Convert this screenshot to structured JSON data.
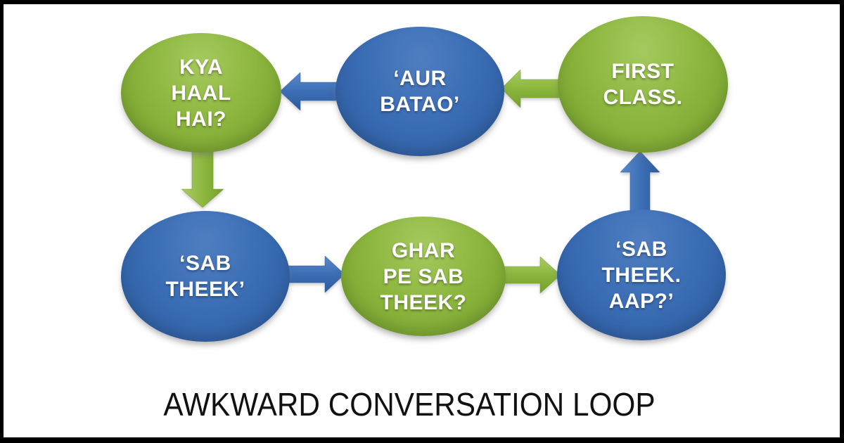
{
  "diagram": {
    "caption": "AWKWARD CONVERSATION LOOP",
    "colors": {
      "green_node": "#8cb63e",
      "blue_node": "#3a6cb4",
      "green_arrow": "#8bb740",
      "blue_arrow": "#3e71b8",
      "background": "#ffffff",
      "frame": "#000000",
      "node_text": "#ffffff",
      "caption_text": "#111111"
    },
    "nodes": [
      {
        "id": "kya-haal-hai",
        "label": "KYA\nHAAL\nHAI?",
        "color": "green"
      },
      {
        "id": "aur-batao",
        "label": "‘AUR\nBATAO’",
        "color": "blue"
      },
      {
        "id": "first-class",
        "label": "FIRST\nCLASS.",
        "color": "green"
      },
      {
        "id": "sab-theek",
        "label": "‘SAB\nTHEEK’",
        "color": "blue"
      },
      {
        "id": "ghar-pe-sab-theek",
        "label": "GHAR\nPE SAB\nTHEEK?",
        "color": "green"
      },
      {
        "id": "sab-theek-aap",
        "label": "‘SAB\nTHEEK.\nAAP?’",
        "color": "blue"
      }
    ],
    "arrows": [
      {
        "from": "aur-batao",
        "to": "kya-haal-hai",
        "direction": "left",
        "color": "blue"
      },
      {
        "from": "first-class",
        "to": "aur-batao",
        "direction": "left",
        "color": "green"
      },
      {
        "from": "kya-haal-hai",
        "to": "sab-theek",
        "direction": "down",
        "color": "green"
      },
      {
        "from": "sab-theek",
        "to": "ghar-pe-sab-theek",
        "direction": "right",
        "color": "blue"
      },
      {
        "from": "ghar-pe-sab-theek",
        "to": "sab-theek-aap",
        "direction": "right",
        "color": "green"
      },
      {
        "from": "sab-theek-aap",
        "to": "first-class",
        "direction": "up",
        "color": "blue"
      }
    ]
  }
}
